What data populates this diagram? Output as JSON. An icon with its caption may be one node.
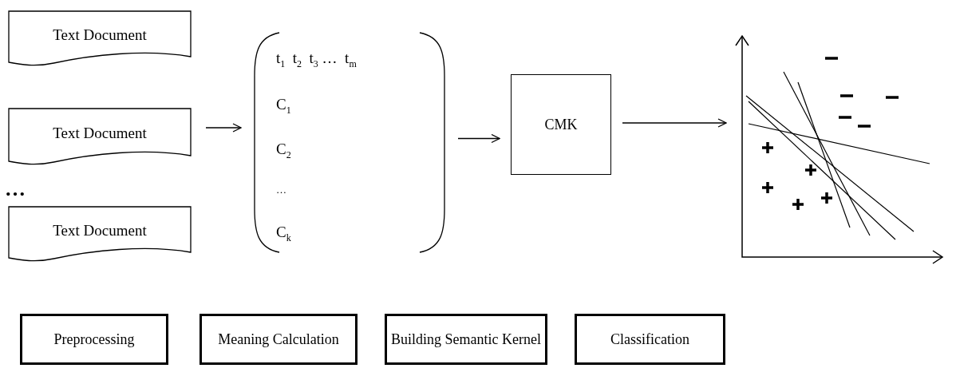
{
  "diagram": {
    "nodes": [
      {
        "text": [
          "Text Document"
        ]
      },
      {
        "text": [
          "Text Document"
        ]
      },
      {
        "text": [
          "Text Document"
        ]
      },
      {
        "text": [
          "t$_{1}$  t$_{2}$  t$_{3}$ …  t$_{m}$",
          "C$_{1}$",
          "C$_{2}$",
          "…",
          "C$_{k}$"
        ]
      },
      {
        "text": [
          "CMK"
        ]
      },
      {
        "text": [],
        "shape": "picture"
      },
      {
        "text": [
          "Preprocessing"
        ]
      },
      {
        "text": [
          "Meaning Calculation"
        ]
      },
      {
        "text": [
          "Building Semantic Kernel"
        ]
      },
      {
        "text": [
          "Classification"
        ]
      }
    ],
    "edges": [
      {
        "from": null,
        "to": 3,
        "arrow": "to"
      },
      {
        "from": 3,
        "to": 4,
        "arrow": "to"
      },
      {
        "from": 4,
        "to": 5,
        "arrow": "to"
      }
    ],
    "labels": [
      "…"
    ]
  }
}
